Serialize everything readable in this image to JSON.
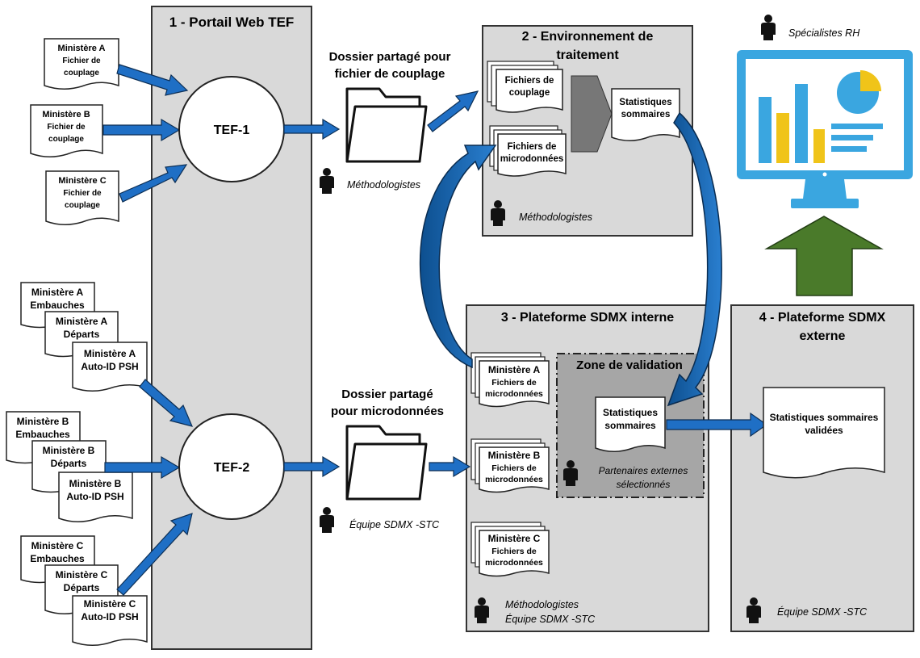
{
  "panels": {
    "portal": {
      "title": "1 - Portail Web TEF"
    },
    "env": {
      "title_line1": "2 - Environnement de",
      "title_line2": "traitement",
      "person": "Méthodologistes"
    },
    "sdmx_internal": {
      "title": "3 - Plateforme SDMX interne",
      "person_line1": "Méthodologistes",
      "person_line2": "Équipe SDMX -STC"
    },
    "validation_zone": {
      "title": "Zone de validation",
      "person_line1": "Partenaires externes",
      "person_line2": "sélectionnés"
    },
    "sdmx_external": {
      "title_line1": "4  - Plateforme SDMX",
      "title_line2": "externe",
      "person": "Équipe SDMX -STC"
    }
  },
  "coupling_files": [
    {
      "line1": "Ministère A",
      "line2": "Fichier de",
      "line3": "couplage"
    },
    {
      "line1": "Ministère B",
      "line2": "Fichier de",
      "line3": "couplage"
    },
    {
      "line1": "Ministère C",
      "line2": "Fichier de",
      "line3": "couplage"
    }
  ],
  "micro_stacks": [
    {
      "doc1a": "Ministère A",
      "doc1b": "Embauches",
      "doc2a": "Ministère A",
      "doc2b": "Départs",
      "doc3a": "Ministère A",
      "doc3b": "Auto-ID PSH"
    },
    {
      "doc1a": "Ministère B",
      "doc1b": "Embauches",
      "doc2a": "Ministère B",
      "doc2b": "Départs",
      "doc3a": "Ministère B",
      "doc3b": "Auto-ID PSH"
    },
    {
      "doc1a": "Ministère C",
      "doc1b": "Embauches",
      "doc2a": "Ministère C",
      "doc2b": "Départs",
      "doc3a": "Ministère C",
      "doc3b": "Auto-ID PSH"
    }
  ],
  "nodes": {
    "tef1": "TEF-1",
    "tef2": "TEF-2"
  },
  "folders": {
    "coupling": {
      "line1": "Dossier partagé pour",
      "line2": "fichier de couplage",
      "person": "Méthodologistes"
    },
    "micro": {
      "line1": "Dossier partagé",
      "line2": "pour microdonnées",
      "person": "Équipe SDMX -STC"
    }
  },
  "env_docs": {
    "coupling": {
      "line1": "Fichiers de",
      "line2": "couplage"
    },
    "micro": {
      "line1": "Fichiers de",
      "line2": "microdonnées"
    },
    "stats": {
      "line1": "Statistiques",
      "line2": "sommaires"
    }
  },
  "sdmx_docs": [
    {
      "line1": "Ministère A",
      "line2": "Fichiers de",
      "line3": "microdonnées"
    },
    {
      "line1": "Ministère B",
      "line2": "Fichiers de",
      "line3": "microdonnées"
    },
    {
      "line1": "Ministère C",
      "line2": "Fichiers de",
      "line3": "microdonnées"
    }
  ],
  "validation_doc": {
    "line1": "Statistiques",
    "line2": "sommaires"
  },
  "external_doc": {
    "line1": "Statistiques sommaires",
    "line2": "validées"
  },
  "hr": {
    "person": "Spécialistes RH"
  },
  "colors": {
    "arrow_blue": "#1f6fc5",
    "arrow_dark": "#0f4e8f",
    "arrow_green": "#4a7a2a",
    "panel_gray": "#d9d9d9",
    "zone_gray": "#a6a6a6",
    "monitor_blue": "#3aa6e0",
    "chart_yellow": "#f0c419"
  }
}
